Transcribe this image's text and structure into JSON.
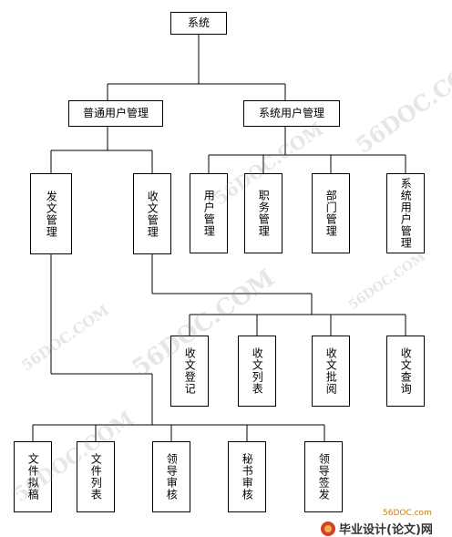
{
  "root": {
    "label": "系统"
  },
  "level1": {
    "normal": "普通用户管理",
    "system": "系统用户管理"
  },
  "normal_children": {
    "send": "发文管理",
    "receive": "收文管理"
  },
  "system_children": {
    "user": "用户管理",
    "duty": "职务管理",
    "dept": "部门管理",
    "sysuser": "系统用户管理"
  },
  "receive_children": {
    "register": "收文登记",
    "list": "收文列表",
    "approve": "收文批阅",
    "query": "收文查询"
  },
  "send_children": {
    "draft": "文件拟稿",
    "list": "文件列表",
    "leader_review": "领导审核",
    "secretary_review": "秘书审核",
    "leader_sign": "领导签发"
  },
  "watermark": {
    "text": "56DOC.COM"
  },
  "footer": {
    "site": "56DOC.com",
    "brand": "毕业设计(论文)网"
  },
  "colors": {
    "line": "#000000",
    "watermark": "#8c8c8c",
    "logo": "#d3402b"
  }
}
